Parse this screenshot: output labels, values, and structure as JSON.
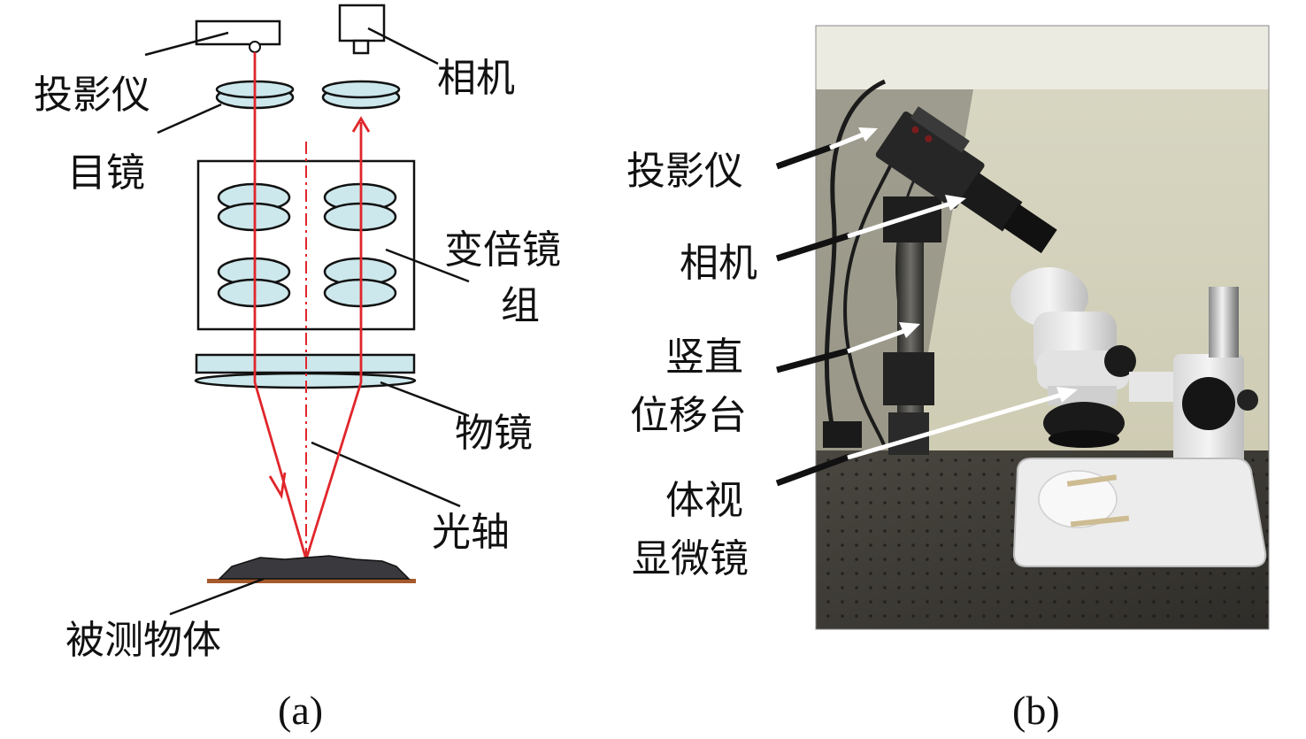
{
  "panel_a": {
    "caption": "(a)",
    "labels": {
      "projector": "投影仪",
      "camera": "相机",
      "eyepiece": "目镜",
      "zoom_group_line1": "变倍镜",
      "zoom_group_line2": "组",
      "objective": "物镜",
      "optical_axis": "光轴",
      "measured_object": "被测物体"
    }
  },
  "panel_b": {
    "caption": "(b)",
    "labels": {
      "projector": "投影仪",
      "camera": "相机",
      "vertical_stage_line1": "竖直",
      "vertical_stage_line2": "位移台",
      "stereo_microscope_line1": "体视",
      "stereo_microscope_line2": "显微镜"
    }
  },
  "colors": {
    "beam": "#e0262b",
    "lens_fill": "#cde8ec",
    "object": "#3a3a3e",
    "object_base": "#a65a2c",
    "line": "#111111"
  }
}
